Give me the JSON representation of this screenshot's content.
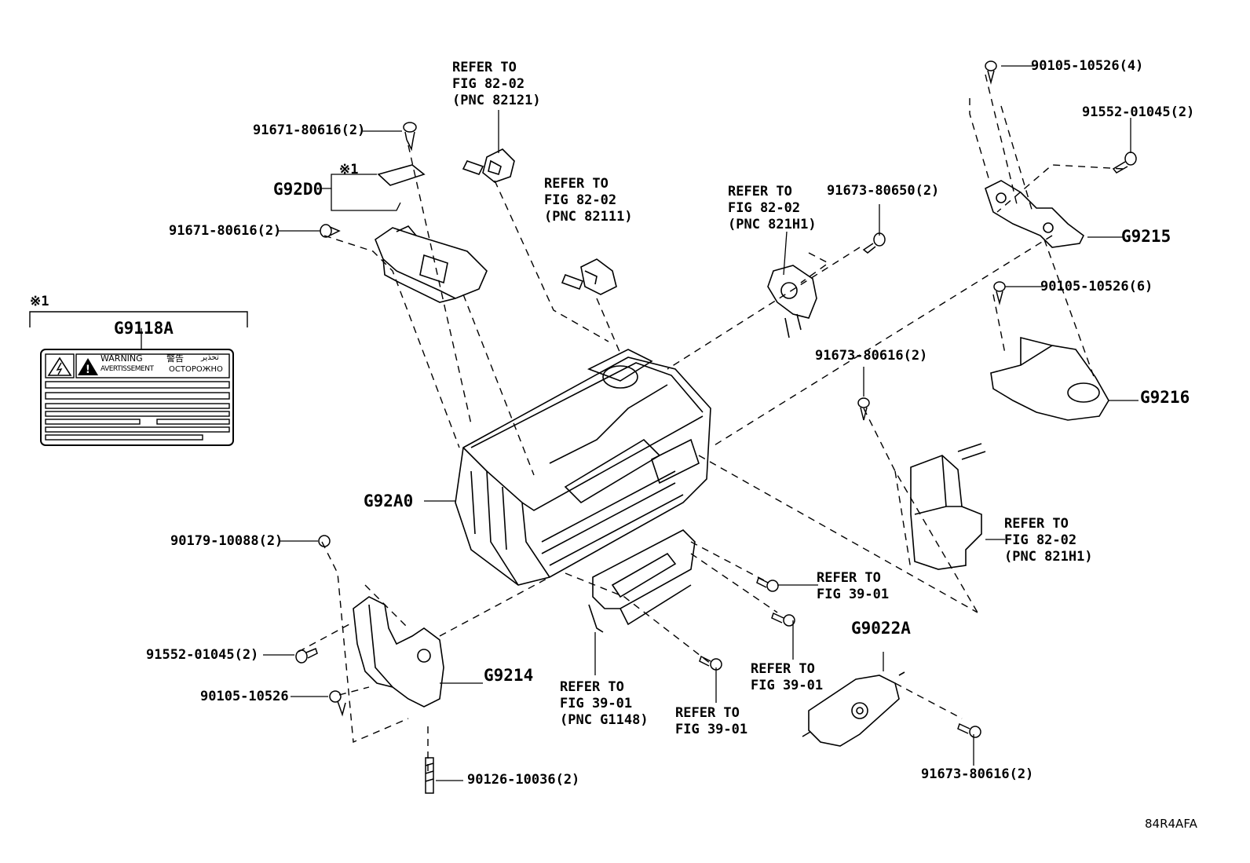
{
  "labels": {
    "bolt_91671_top": "91671-80616(2)",
    "bolt_91671_left": "91671-80616(2)",
    "g92d0": "G92D0",
    "asterisk_mark_top": "※1",
    "refer_82121": [
      "REFER TO",
      "FIG 82-02",
      "(PNC 82121)"
    ],
    "refer_82111": [
      "REFER TO",
      "FIG 82-02",
      "(PNC 82111)"
    ],
    "refer_821h1_top": [
      "REFER TO",
      "FIG 82-02",
      "(PNC 821H1)"
    ],
    "bolt_91673_80650": "91673-80650(2)",
    "bolt_90105_4": "90105-10526(4)",
    "bolt_91552_right": "91552-01045(2)",
    "g9215": "G9215",
    "bolt_90105_6": "90105-10526(6)",
    "g9216": "G9216",
    "bolt_91673_mid": "91673-80616(2)",
    "refer_821h1_right": [
      "REFER TO",
      "FIG 82-02",
      "(PNC 821H1)"
    ],
    "asterisk_mark_label": "※1",
    "g9118a": "G9118A",
    "g92a0": "G92A0",
    "bolt_90179": "90179-10088(2)",
    "refer_39_01_a": [
      "REFER TO",
      "FIG 39-01"
    ],
    "refer_39_01_b": [
      "REFER TO",
      "FIG 39-01"
    ],
    "refer_39_01_c": [
      "REFER TO",
      "FIG 39-01"
    ],
    "refer_g1148": [
      "REFER TO",
      "FIG 39-01",
      "(PNC G1148)"
    ],
    "g9022a": "G9022A",
    "bolt_91552_left": "91552-01045(2)",
    "g9214": "G9214",
    "bolt_90105_single": "90105-10526",
    "bolt_90126": "90126-10036(2)",
    "bolt_91673_bottom": "91673-80616(2)",
    "figure_code": "84R4AFA"
  },
  "warning_label": {
    "warning": "WARNING",
    "avertissement": "AVERTISSEMENT",
    "japanese": "警告",
    "russian": "ОСТОРОЖНО",
    "arabic": "تحذير"
  }
}
